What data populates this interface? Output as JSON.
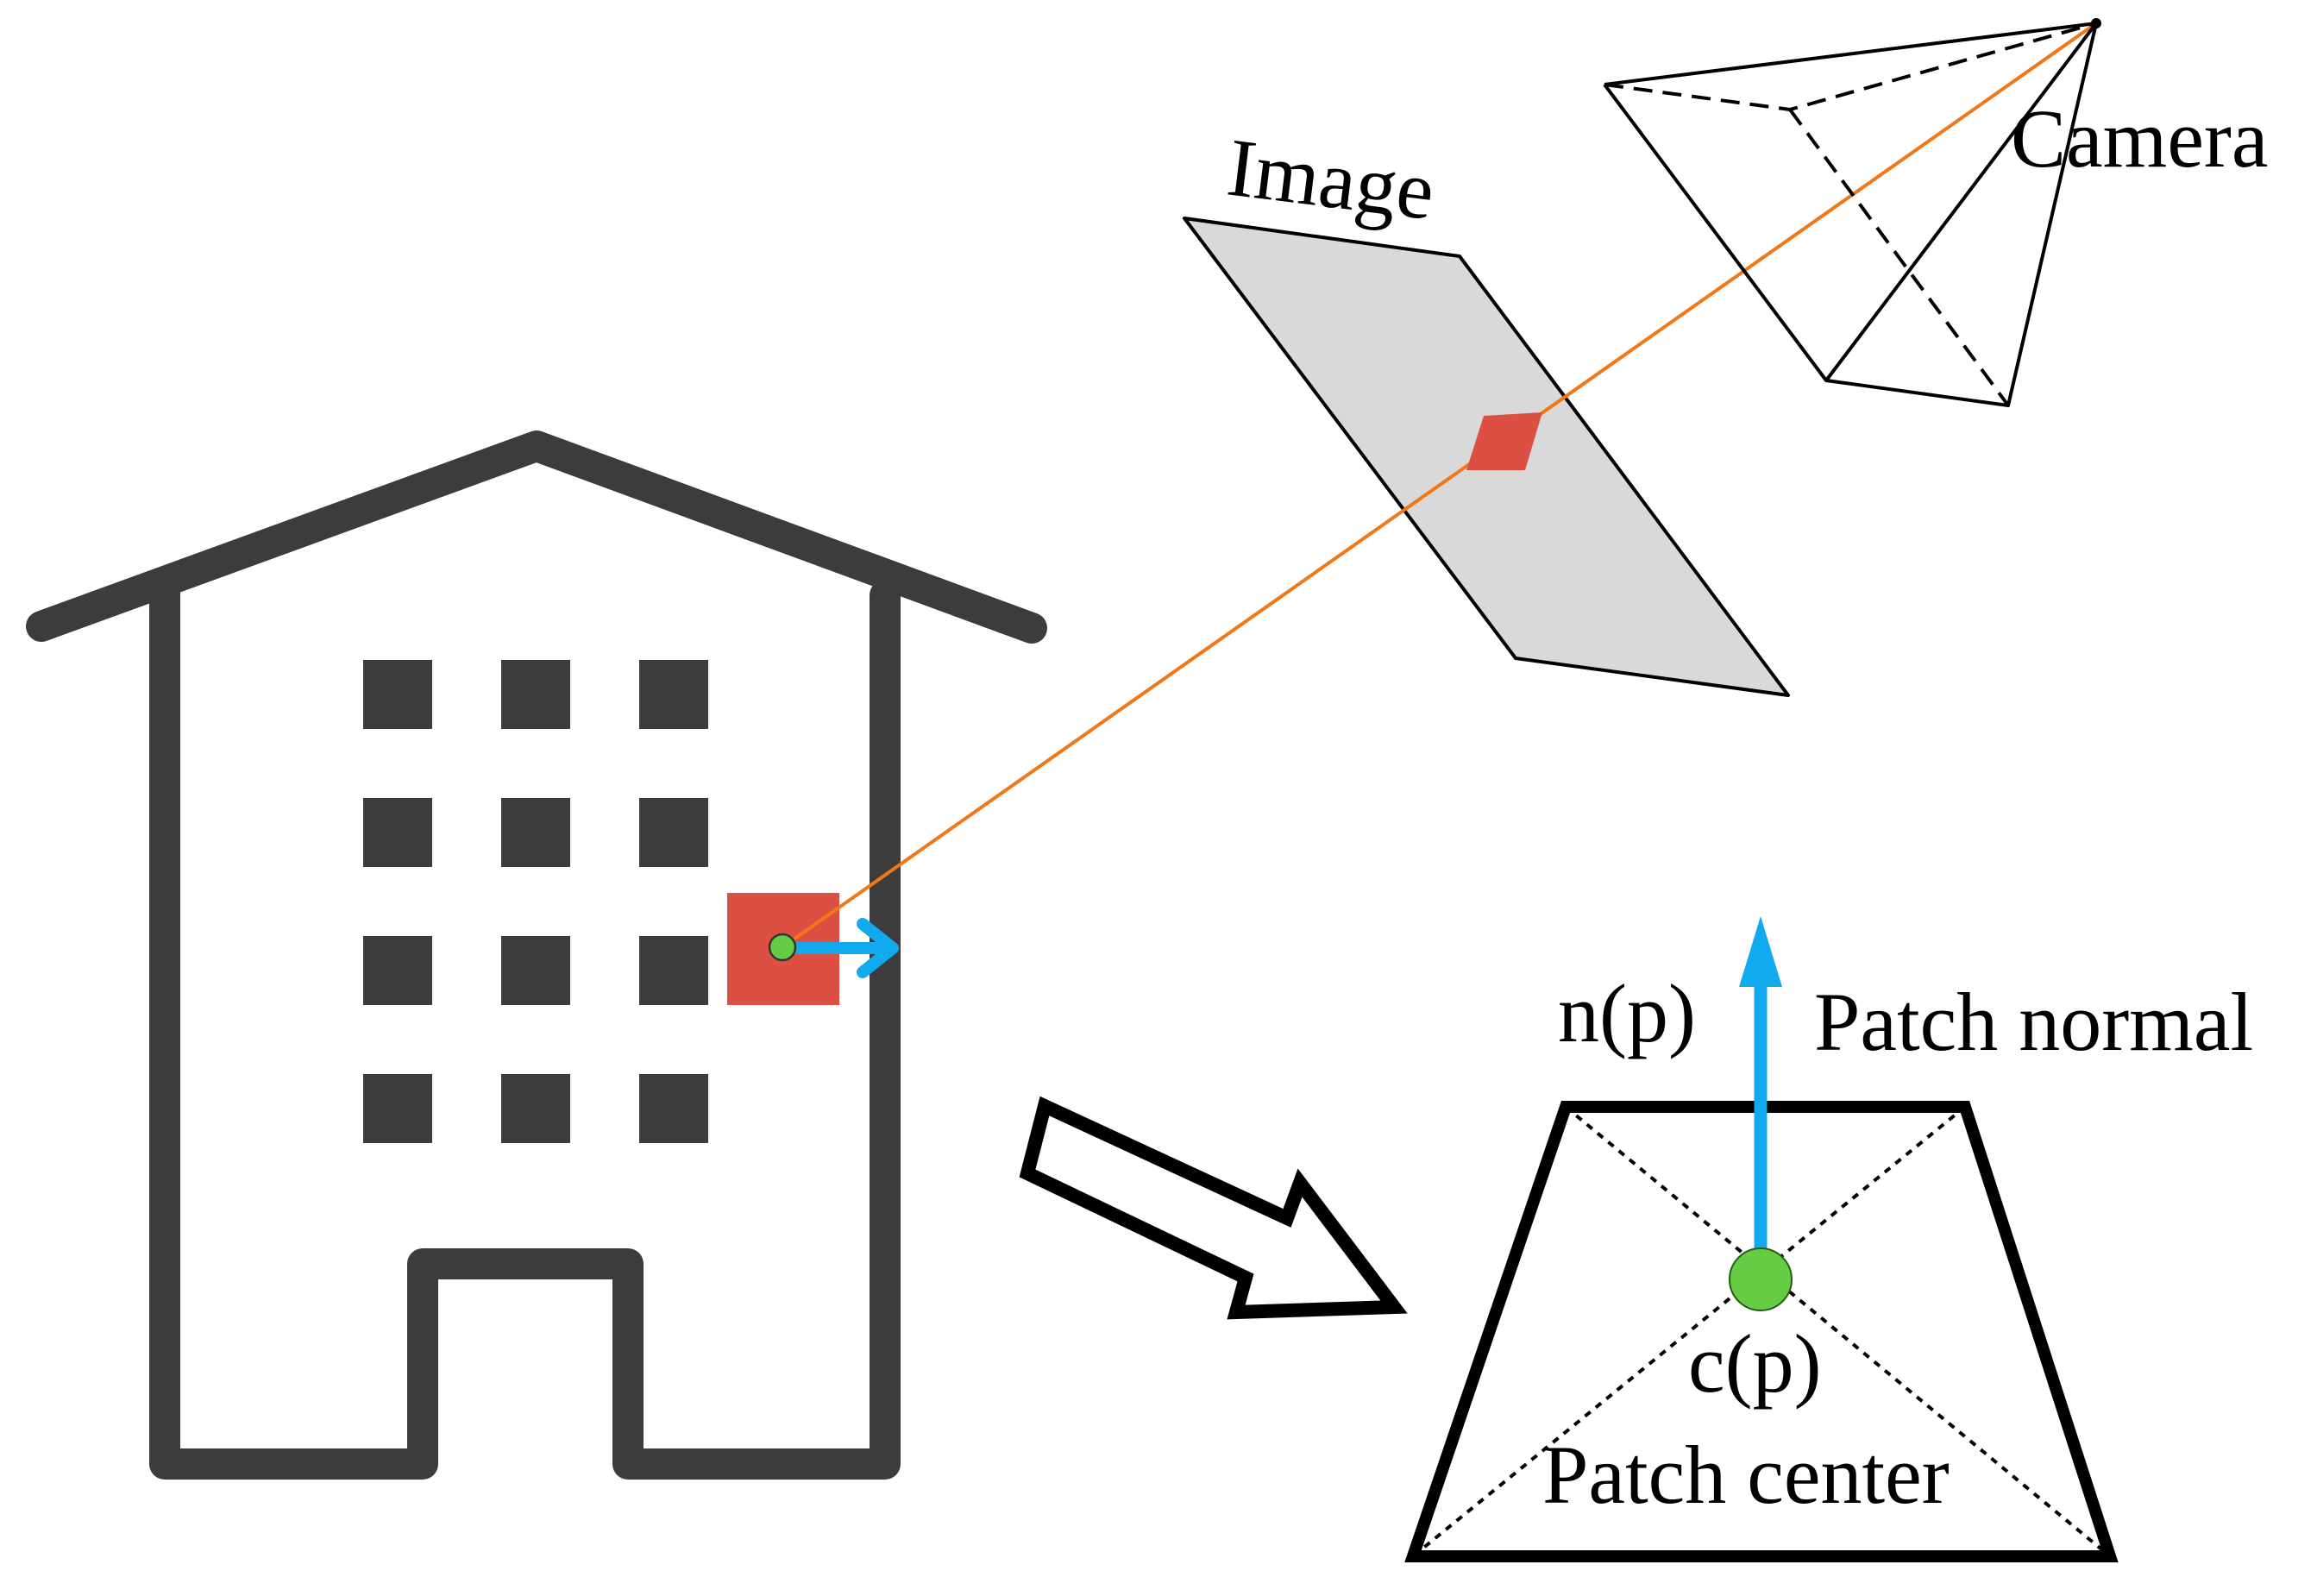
{
  "labels": {
    "image": "Image",
    "camera": "Camera",
    "normal_symbol": "n(p)",
    "normal_caption": "Patch normal",
    "center_symbol": "c(p)",
    "center_caption": "Patch center"
  },
  "colors": {
    "building": "#3c3c3c",
    "patch": "#dc5044",
    "center_point": "#66cc44",
    "normal_arrow": "#11aaee",
    "projection_ray": "#f07818",
    "image_plane": "#d9d9d9"
  }
}
